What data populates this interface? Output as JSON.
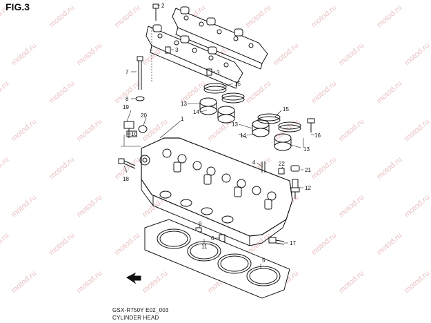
{
  "figure": {
    "title": "FIG.3"
  },
  "caption": {
    "model": "GSX-R750Y E02_003",
    "name": "CYLINDER HEAD"
  },
  "watermark": {
    "text": "motod.ru",
    "color": "#e9c2c2"
  },
  "callouts": {
    "c2": "2",
    "c3a": "3",
    "c3b": "3",
    "c7": "7",
    "c8": "8",
    "c19": "19",
    "c20": "20",
    "c10": "10",
    "c1": "1",
    "c18": "18",
    "c13a": "13",
    "c14a": "14",
    "c15a": "15",
    "c15b": "15",
    "c13b": "13",
    "c14b": "14",
    "c13c": "13",
    "c16": "16",
    "c22": "22",
    "c21": "21",
    "c12": "12",
    "c4": "4",
    "c9": "9",
    "c11": "11",
    "c6": "6",
    "c17": "17",
    "c5": "5"
  }
}
